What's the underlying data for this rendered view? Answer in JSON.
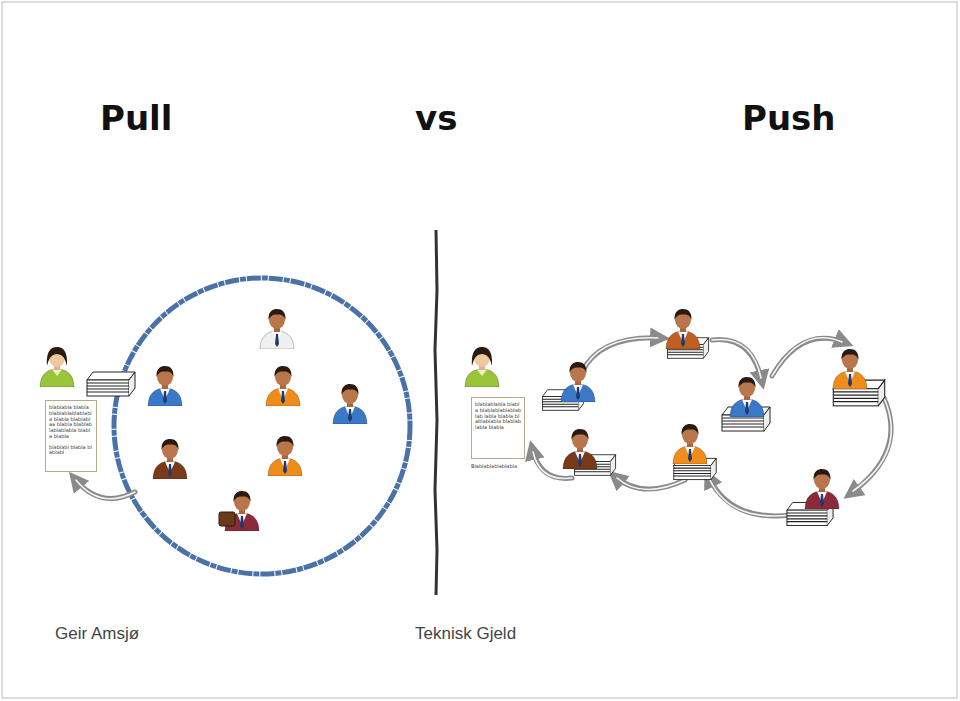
{
  "diagram": {
    "nodes": [
      {
        "text": [
          "blablabla blabla blablablablablabla blabla blablablaa blabla blablablablablabla blabla blabla",
          "blablabl blabla blablabl"
        ]
      },
      {
        "text": [
          "blablablabla blabla blablablablablablab labla blabla blablablabla blablablabla blabla",
          "Blablablablablabla"
        ]
      }
    ],
    "labels": [
      "Pull",
      "vs",
      "Push",
      "Geir Amsjø",
      "Teknisk Gjeld"
    ]
  }
}
